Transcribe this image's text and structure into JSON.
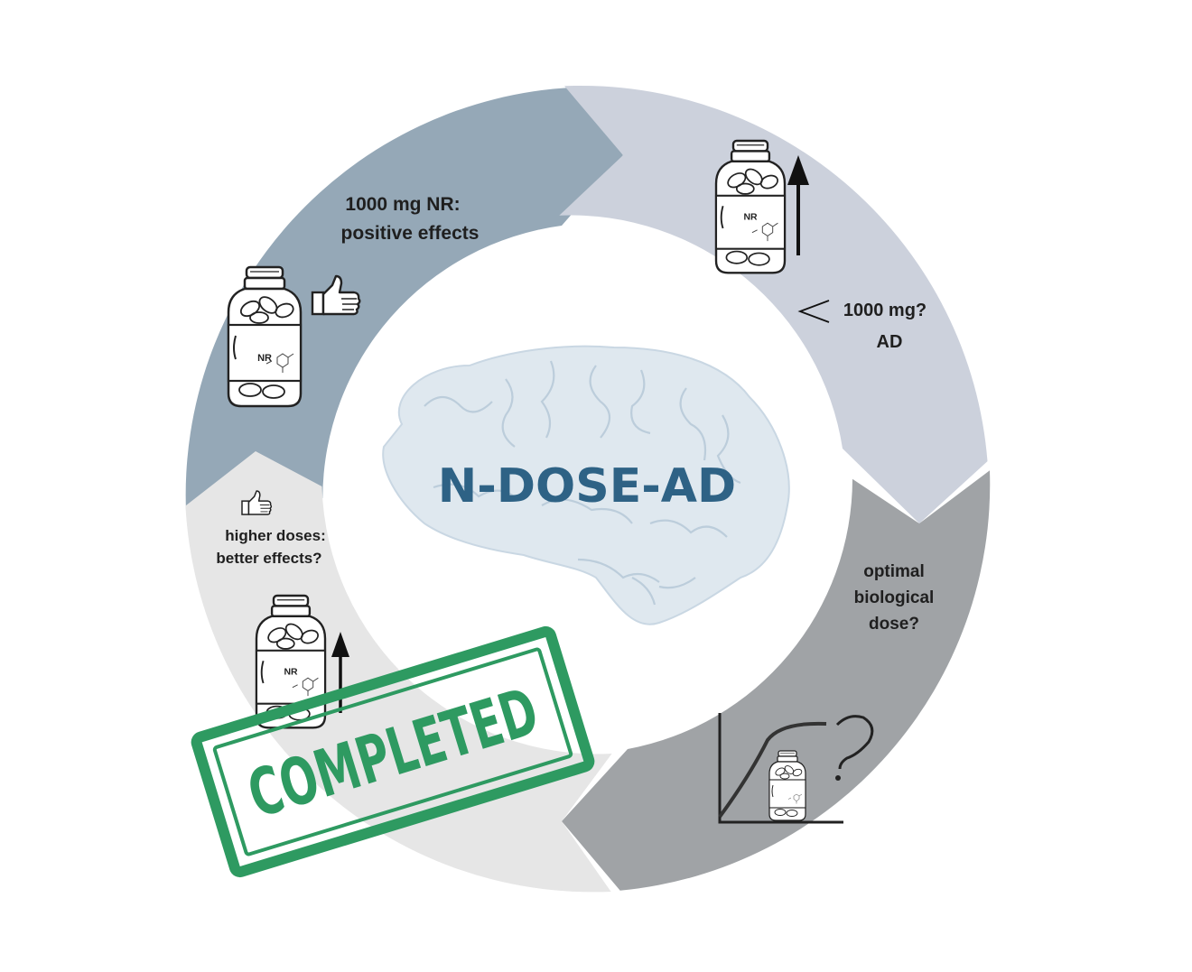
{
  "title": "N-DOSE-AD",
  "segments": [
    {
      "id": "s1",
      "lines": [
        "1000 mg NR:",
        "positive effects"
      ],
      "color": "#95a8b7"
    },
    {
      "id": "s2",
      "lines": [
        "1000 mg?",
        "AD"
      ],
      "color": "#ccd1dc"
    },
    {
      "id": "s3",
      "lines": [
        "optimal",
        "biological",
        "dose?"
      ],
      "color": "#a0a3a6"
    },
    {
      "id": "s4",
      "lines": [
        "higher doses:",
        "better effects?"
      ],
      "color": "#e6e6e6"
    }
  ],
  "bottle_label": "NR",
  "stamp": {
    "text": "COMPLETED",
    "color": "#2e9a61"
  },
  "colors": {
    "title": "#2e6285",
    "brain": "#dfe8ef"
  },
  "icons": [
    "pill-bottle-icon",
    "thumbs-up-icon",
    "up-arrow-icon",
    "less-than-icon",
    "dose-response-curve-icon",
    "question-mark-icon",
    "brain-illustration"
  ]
}
